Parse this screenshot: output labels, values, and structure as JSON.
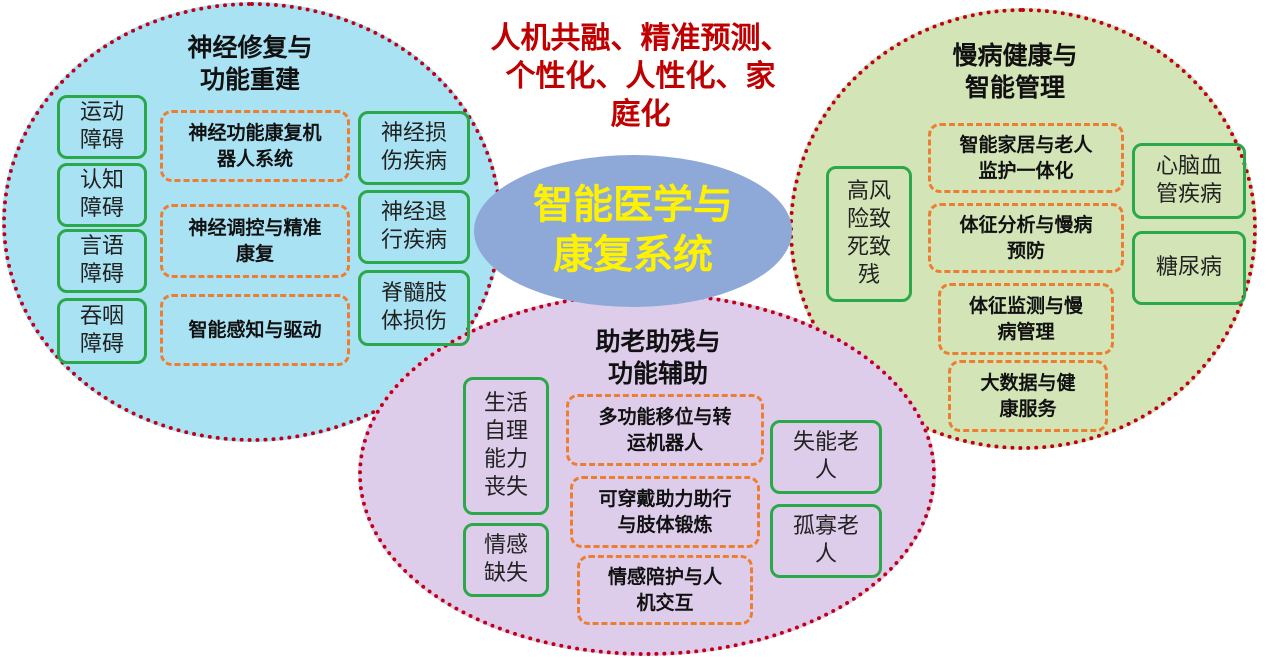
{
  "center": {
    "title": "智能医学与\n康复系统"
  },
  "slogan": "人机共融、精准预测、\n个性化、人性化、家\n庭化",
  "left": {
    "title": "神经修复与\n功能重建",
    "symptoms": [
      "运动\n障碍",
      "认知\n障碍",
      "言语\n障碍",
      "吞咽\n障碍"
    ],
    "systems": [
      "神经功能康复机\n器人系统",
      "神经调控与精准\n康复",
      "智能感知与驱动"
    ],
    "diseases": [
      "神经损\n伤疾病",
      "神经退\n行疾病",
      "脊髓肢\n体损伤"
    ]
  },
  "right": {
    "title": "慢病健康与\n智能管理",
    "risk": "高风\n险致\n死致\n残",
    "systems": [
      "智能家居与老人\n监护一体化",
      "体征分析与慢病\n预防",
      "体征监测与慢\n病管理",
      "大数据与健\n康服务"
    ],
    "diseases": [
      "心脑血\n管疾病",
      "糖尿病"
    ]
  },
  "bottom": {
    "title": "助老助残与\n功能辅助",
    "needs": [
      "生活\n自理\n能力\n丧失",
      "情感\n缺失"
    ],
    "systems": [
      "多功能移位与转\n运机器人",
      "可穿戴助力助行\n与肢体锻炼",
      "情感陪护与人\n机交互"
    ],
    "groups": [
      "失能老\n人",
      "孤寡老\n人"
    ]
  },
  "colors": {
    "ellipse_border": "#c0001a",
    "left_fill": "#a8e2f3",
    "right_fill": "#d3e4b6",
    "bottom_fill": "#decdea",
    "center_fill": "#8ea9d8",
    "center_text": "#fff200",
    "slogan_text": "#c00000",
    "green_box": "#2aa84a",
    "orange_box": "#ed7d31"
  }
}
